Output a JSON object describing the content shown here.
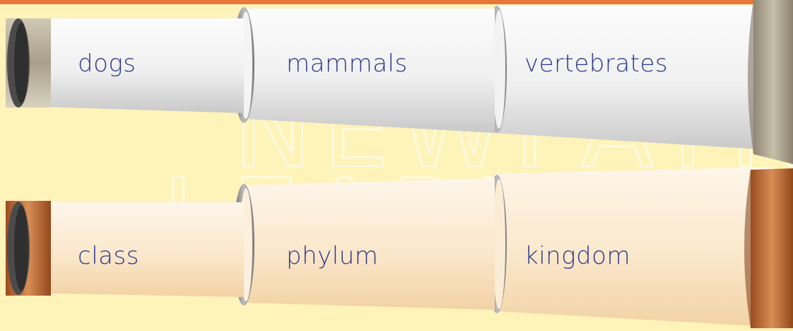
{
  "colors": {
    "background": "#fef3b9",
    "top_border": "#e9773a",
    "label_text": "#2d3a8c",
    "top_cap_metal": "#a89f8a",
    "bottom_cap_copper": "#b8652f",
    "top_tube_body": "#f4f4f4",
    "bottom_tube_body": "#fbe6c7"
  },
  "watermark": {
    "line1": "NEWPATH",
    "line2": "LEARNING"
  },
  "rows": [
    {
      "name": "top-telescope",
      "segments": [
        {
          "label": "dogs"
        },
        {
          "label": "mammals"
        },
        {
          "label": "vertebrates"
        }
      ]
    },
    {
      "name": "bottom-telescope",
      "segments": [
        {
          "label": "class"
        },
        {
          "label": "phylum"
        },
        {
          "label": "kingdom"
        }
      ]
    }
  ]
}
